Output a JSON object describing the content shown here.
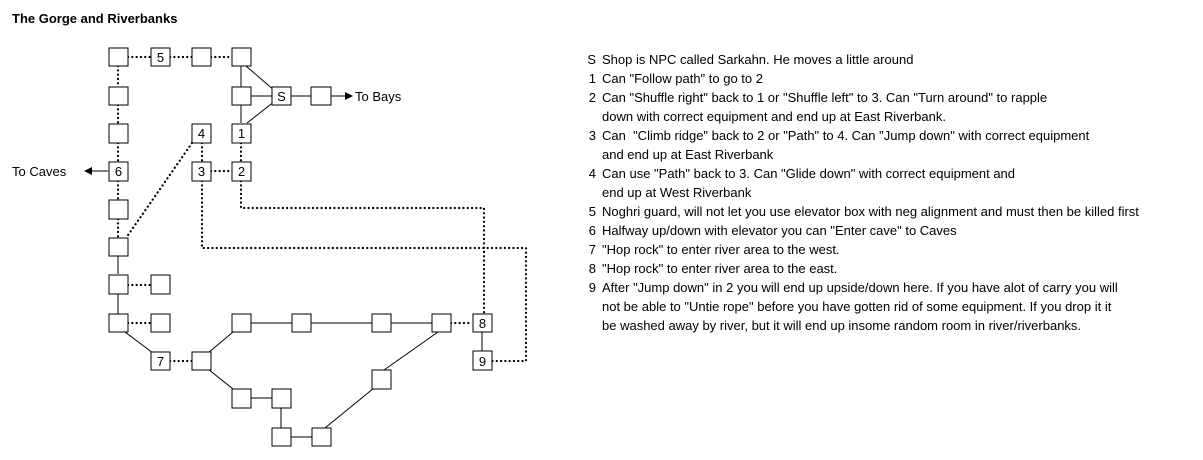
{
  "title": "The Gorge and Riverbanks",
  "map_labels": {
    "to_bays": "To Bays",
    "to_caves": "To Caves",
    "box_s": "S",
    "box_1": "1",
    "box_2": "2",
    "box_3": "3",
    "box_4": "4",
    "box_5": "5",
    "box_6": "6",
    "box_7": "7",
    "box_8": "8",
    "box_9": "9"
  },
  "legend": [
    {
      "key": "S",
      "lines": [
        "Shop is NPC called Sarkahn. He moves a little around"
      ]
    },
    {
      "key": "1",
      "lines": [
        "Can \"Follow path\" to go to 2"
      ]
    },
    {
      "key": "2",
      "lines": [
        "Can \"Shuffle right\" back to 1 or \"Shuffle left\" to 3. Can \"Turn around\" to rapple",
        "down with correct equipment and end up at East Riverbank."
      ]
    },
    {
      "key": "3",
      "lines": [
        "Can  \"Climb ridge\" back to 2 or \"Path\" to 4. Can \"Jump down\" with correct equipment",
        "and end up at East Riverbank"
      ]
    },
    {
      "key": "4",
      "lines": [
        "Can use \"Path\" back to 3. Can \"Glide down\" with correct equipment and",
        "end up at West Riverbank"
      ]
    },
    {
      "key": "5",
      "lines": [
        "Noghri guard, will not let you use elevator box with neg alignment and must then be killed first"
      ]
    },
    {
      "key": "6",
      "lines": [
        "Halfway up/down with elevator you can \"Enter cave\" to Caves"
      ]
    },
    {
      "key": "7",
      "lines": [
        "\"Hop rock\" to enter river area to the west."
      ]
    },
    {
      "key": "8",
      "lines": [
        "\"Hop rock\" to enter river area to the east."
      ]
    },
    {
      "key": "9",
      "lines": [
        "After \"Jump down\" in 2 you will end up upside/down here. If you have alot of carry you will",
        "not be able to \"Untie rope\" before you have gotten rid of some equipment. If you drop it it",
        "be washed away by river, but it will end up insome random room in river/riverbanks."
      ]
    }
  ]
}
